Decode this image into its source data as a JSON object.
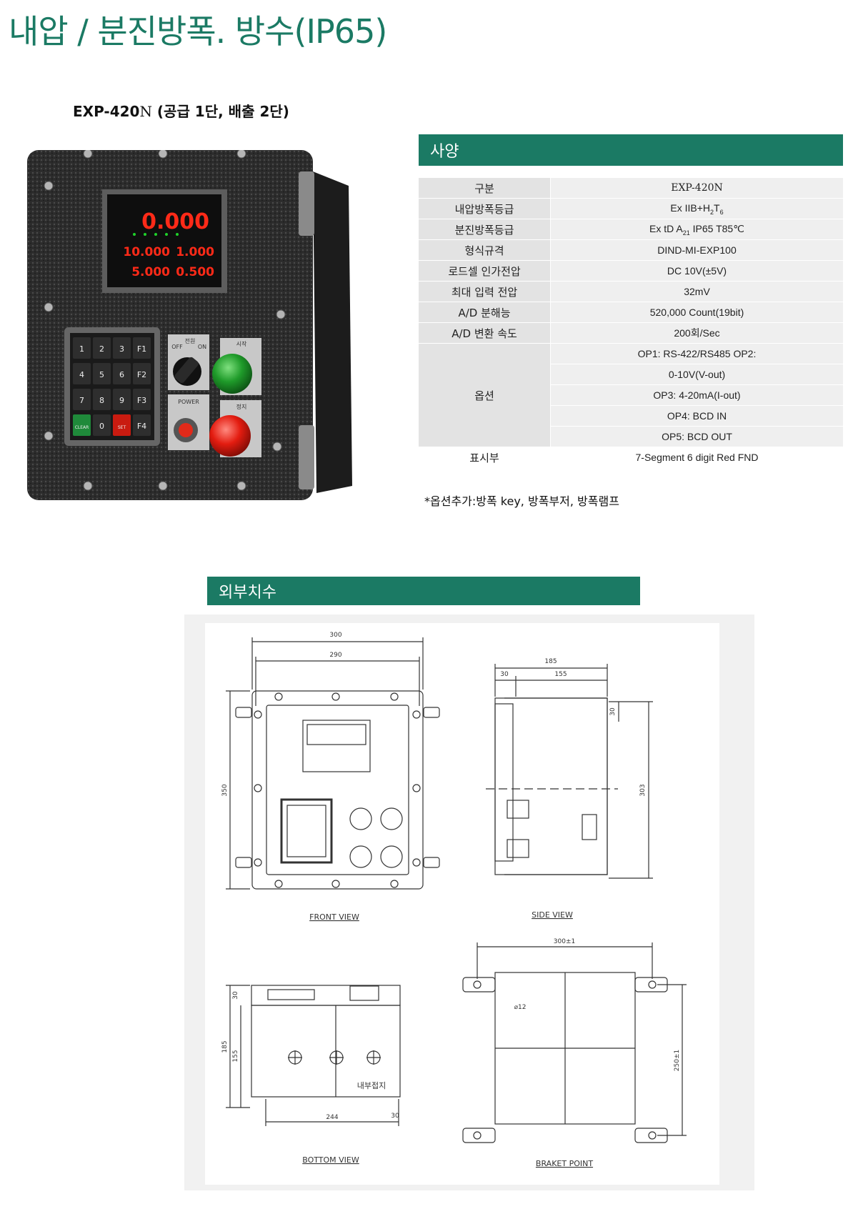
{
  "page_title": "내압 / 분진방폭. 방수(IP65)",
  "model": {
    "code": "EXP-420",
    "suffix": "N",
    "desc": " (공급 1단, 배출 2단)"
  },
  "spec_section_title": "사양",
  "spec_rows": [
    {
      "label": "구분",
      "value": "EXP-420N"
    },
    {
      "label": "내압방폭등급",
      "value": "Ex IIB+H2T6"
    },
    {
      "label": "분진방폭등급",
      "value": "Ex tD A21 IP65 T85℃"
    },
    {
      "label": "형식규격",
      "value": "DIND-MI-EXP100"
    },
    {
      "label": "로드셀 인가전압",
      "value": "DC 10V(±5V)"
    },
    {
      "label": "최대 입력 전압",
      "value": "32mV"
    },
    {
      "label": "A/D 분해능",
      "value": "520,000 Count(19bit)"
    },
    {
      "label": "A/D 변환 속도",
      "value": "200회/Sec"
    }
  ],
  "options_label": "옵션",
  "options_values": [
    "OP1: RS-422/RS485 OP2:",
    "0-10V(V-out)",
    "OP3: 4-20mA(I-out)",
    "OP4: BCD IN",
    "OP5: BCD OUT"
  ],
  "display_row": {
    "label": "표시부",
    "value": "7-Segment 6 digit Red FND"
  },
  "options_note": "*옵션추가:방폭 key, 방폭부저, 방폭램프",
  "device": {
    "display_main": "0.000",
    "display_row2_left": "10.000",
    "display_row2_right": "1.000",
    "display_row3_left": "5.000",
    "display_row3_right": "0.500",
    "switch_label": "전원",
    "switch_off": "OFF",
    "switch_on": "ON",
    "power_label": "POWER",
    "start_label": "시작",
    "stop_label": "정지",
    "keys": [
      "1",
      "2",
      "3",
      "F1",
      "4",
      "5",
      "6",
      "F2",
      "7",
      "8",
      "9",
      "F3",
      "CLEAR",
      "0",
      "SET",
      "F4"
    ]
  },
  "dim_section_title": "외부치수",
  "drawing": {
    "front": {
      "caption": "FRONT VIEW",
      "w_outer": "300",
      "w_inner": "290",
      "height": "350"
    },
    "side": {
      "caption": "SIDE VIEW",
      "depth": "185",
      "d1": "30",
      "d2": "155",
      "top": "30",
      "height": "303"
    },
    "bottom": {
      "caption": "BOTTOM VIEW",
      "h_outer": "185",
      "h_inner": "155",
      "top": "30",
      "width": "244",
      "right": "30",
      "ground_label": "내부접지"
    },
    "bracket": {
      "caption": "BRAKET POINT",
      "width": "300±1",
      "height": "250±1",
      "hole": "⌀12"
    }
  }
}
